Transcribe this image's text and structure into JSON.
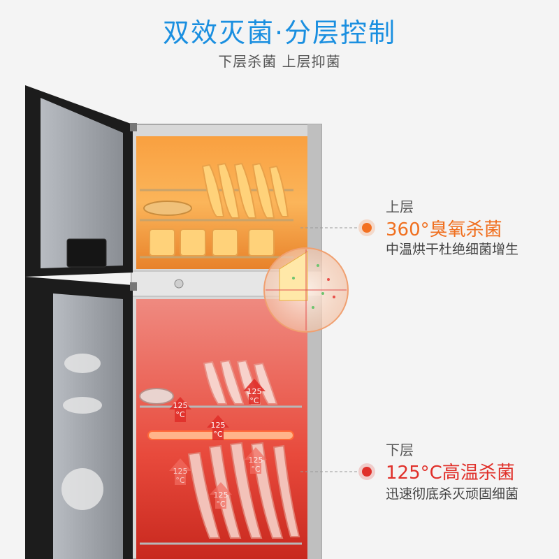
{
  "header": {
    "title": "双效灭菌·分层控制",
    "subtitle": "下层杀菌 上层抑菌"
  },
  "upper": {
    "label": "上层",
    "headline": "360°臭氧杀菌",
    "description": "中温烘干杜绝细菌增生"
  },
  "lower": {
    "label": "下层",
    "headline": "125°C高温杀菌",
    "description": "迅速彻底杀灭顽固细菌"
  },
  "temperature_markers": {
    "value": "125",
    "unit": "°C"
  },
  "colors": {
    "title": "#1a8fe0",
    "upper_accent": "#f37021",
    "lower_accent": "#e0302a"
  }
}
